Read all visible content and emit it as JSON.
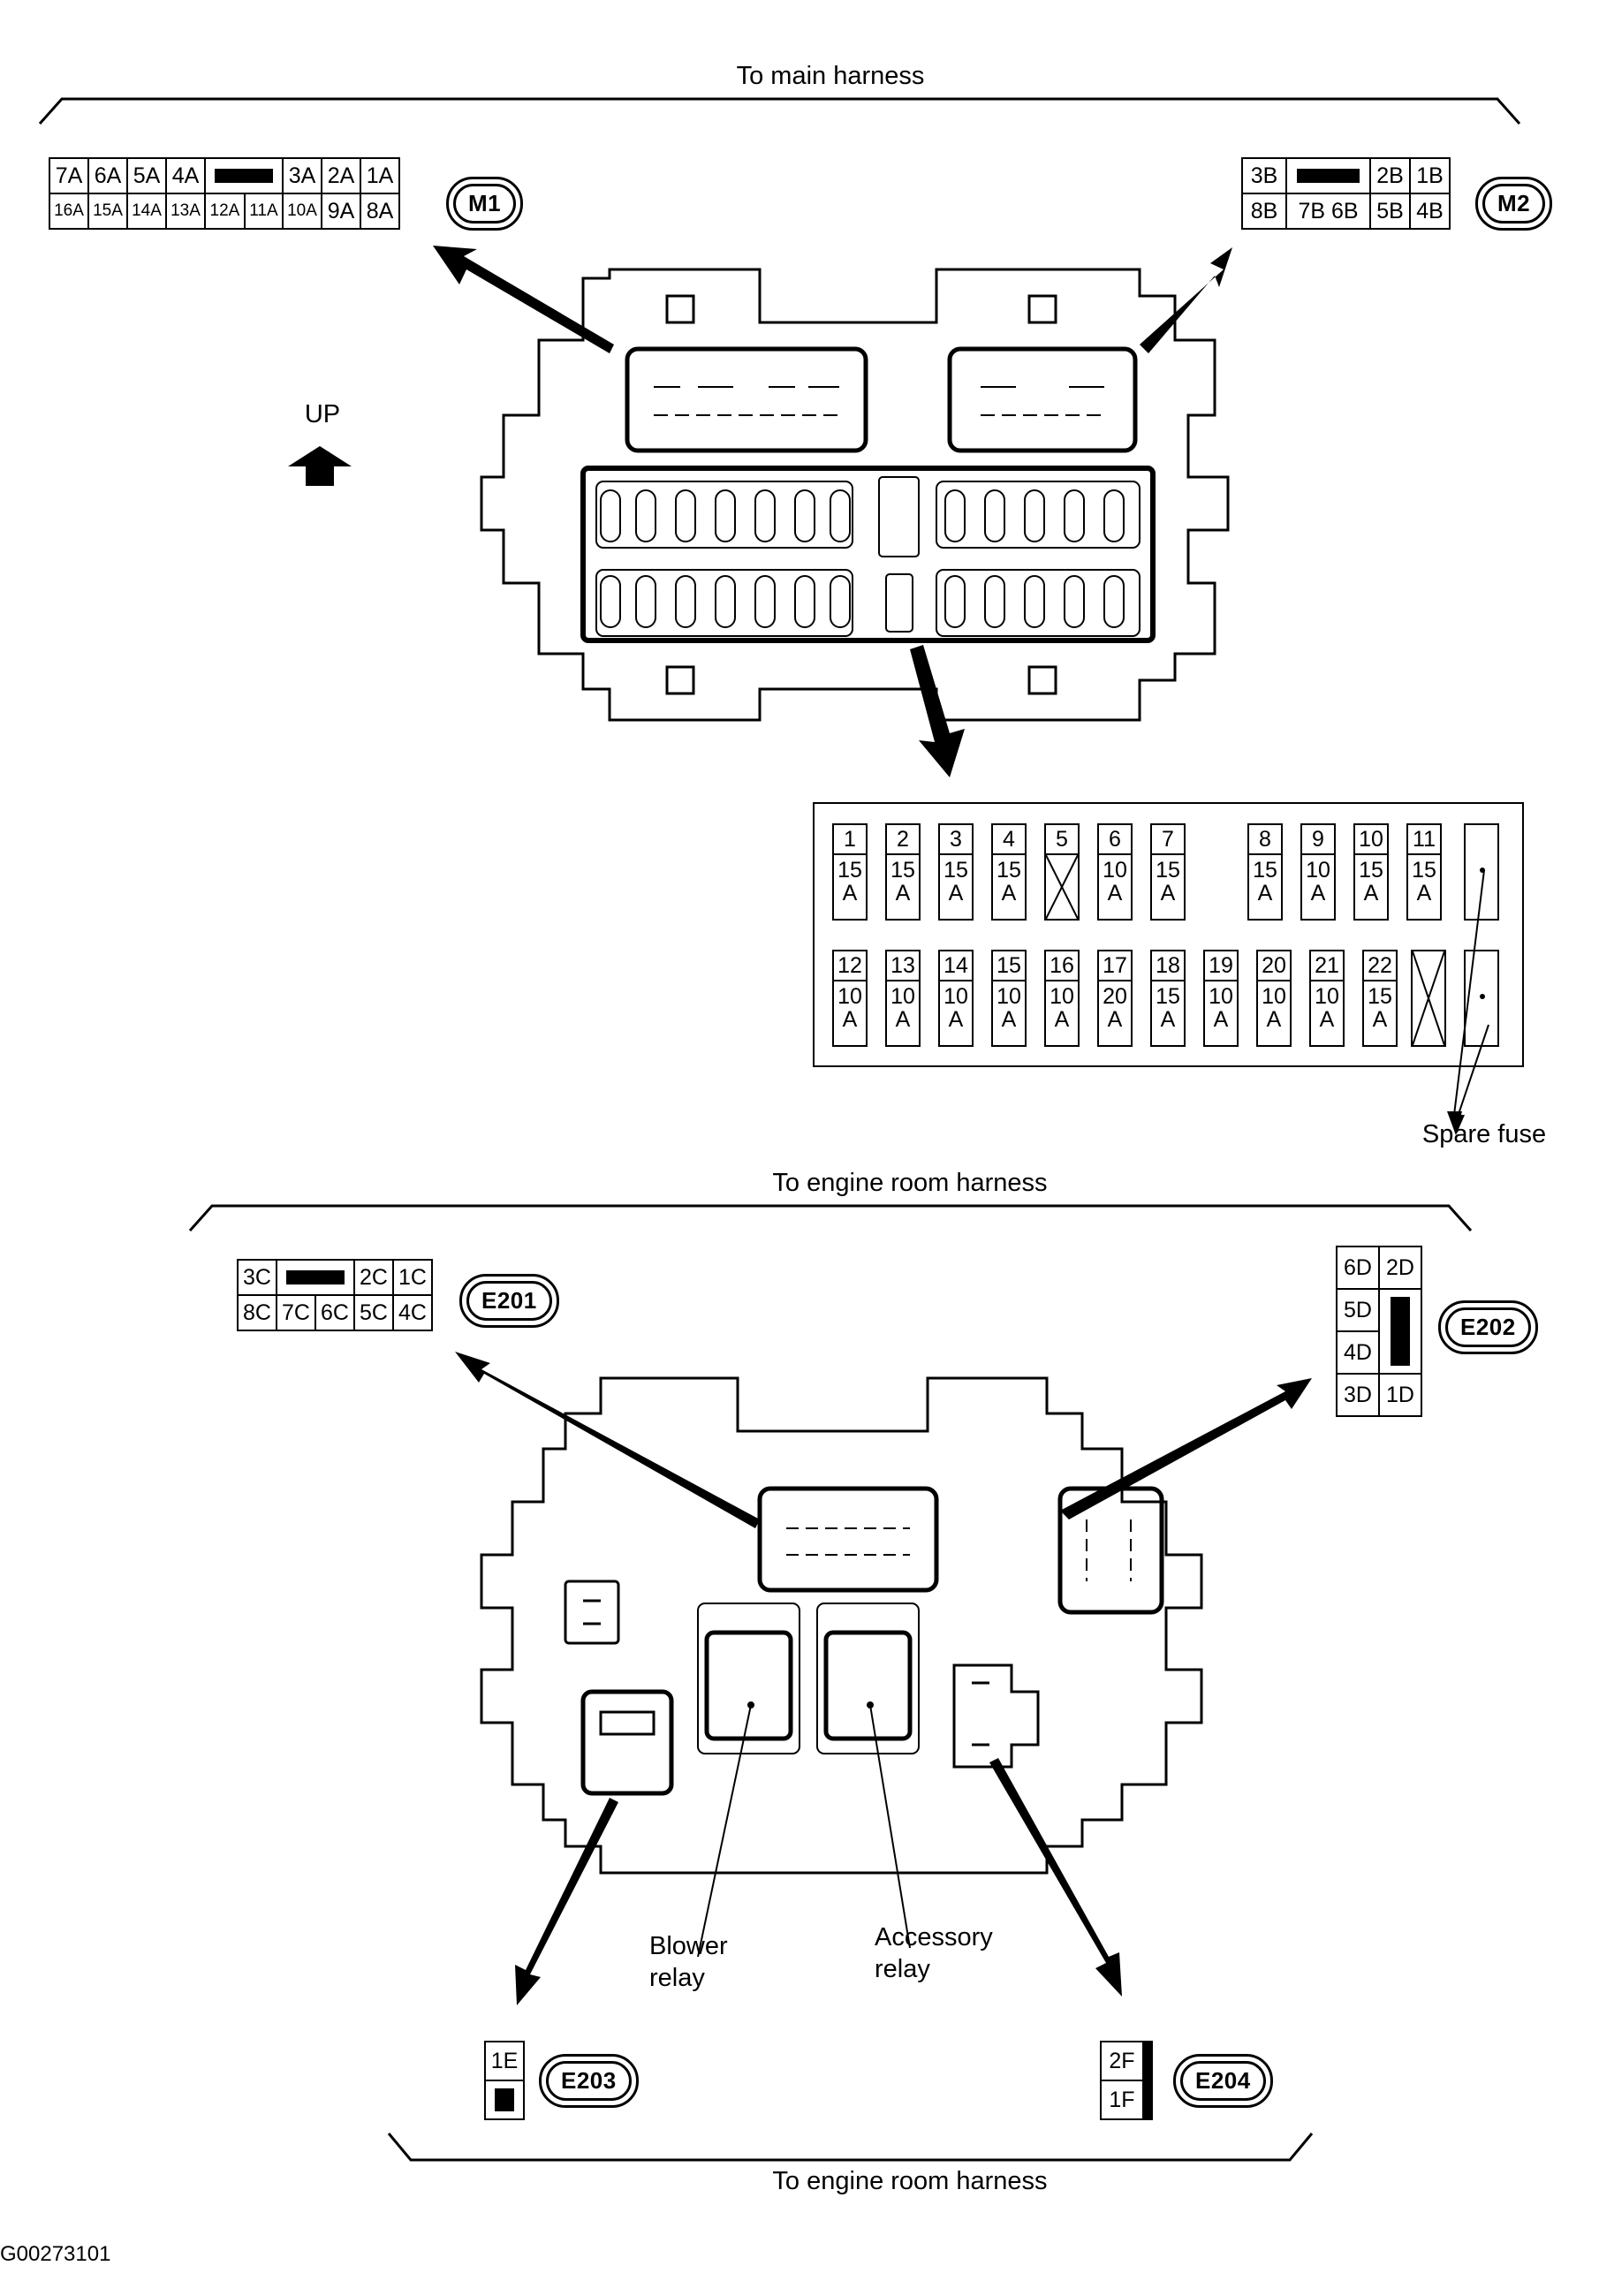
{
  "top_harness_label": "To main harness",
  "up_label": "UP",
  "m1": {
    "label": "M1",
    "row1": [
      "7A",
      "6A",
      "5A",
      "4A",
      "",
      "3A",
      "2A",
      "1A"
    ],
    "row2": [
      "16A",
      "15A",
      "14A",
      "13A",
      "12A",
      "11A",
      "10A",
      "9A",
      "8A"
    ]
  },
  "m2": {
    "label": "M2",
    "row1": [
      "3B",
      "",
      "2B",
      "1B"
    ],
    "row2": [
      "8B",
      "7B 6B",
      "5B",
      "4B"
    ]
  },
  "fuses_top": [
    {
      "num": "1",
      "amp": "15\nA"
    },
    {
      "num": "2",
      "amp": "15\nA"
    },
    {
      "num": "3",
      "amp": "15\nA"
    },
    {
      "num": "4",
      "amp": "15\nA"
    },
    {
      "num": "5",
      "amp": ""
    },
    {
      "num": "6",
      "amp": "10\nA"
    },
    {
      "num": "7",
      "amp": "15\nA"
    },
    {
      "num": "8",
      "amp": "15\nA"
    },
    {
      "num": "9",
      "amp": "10\nA"
    },
    {
      "num": "10",
      "amp": "15\nA"
    },
    {
      "num": "11",
      "amp": "15\nA"
    }
  ],
  "fuses_bottom": [
    {
      "num": "12",
      "amp": "10\nA"
    },
    {
      "num": "13",
      "amp": "10\nA"
    },
    {
      "num": "14",
      "amp": "10\nA"
    },
    {
      "num": "15",
      "amp": "10\nA"
    },
    {
      "num": "16",
      "amp": "10\nA"
    },
    {
      "num": "17",
      "amp": "20\nA"
    },
    {
      "num": "18",
      "amp": "15\nA"
    },
    {
      "num": "19",
      "amp": "10\nA"
    },
    {
      "num": "20",
      "amp": "10\nA"
    },
    {
      "num": "21",
      "amp": "10\nA"
    },
    {
      "num": "22",
      "amp": "15\nA"
    }
  ],
  "spare_fuse_label": "Spare fuse",
  "engine_harness_label_top": "To engine room harness",
  "e201": {
    "label": "E201",
    "row1": [
      "3C",
      "",
      "2C",
      "1C"
    ],
    "row2": [
      "8C",
      "7C",
      "6C",
      "5C",
      "4C"
    ]
  },
  "e202": {
    "label": "E202",
    "rows": [
      [
        "6D",
        "2D"
      ],
      [
        "5D",
        ""
      ],
      [
        "4D",
        ""
      ],
      [
        "3D",
        "1D"
      ]
    ]
  },
  "blower_relay_label": "Blower\nrelay",
  "accessory_relay_label": "Accessory\nrelay",
  "e203": {
    "label": "E203",
    "cells": [
      "1E",
      ""
    ]
  },
  "e204": {
    "label": "E204",
    "cells": [
      "2F",
      "1F"
    ]
  },
  "engine_harness_label_bottom": "To engine room harness",
  "figure_code": "G00273101"
}
